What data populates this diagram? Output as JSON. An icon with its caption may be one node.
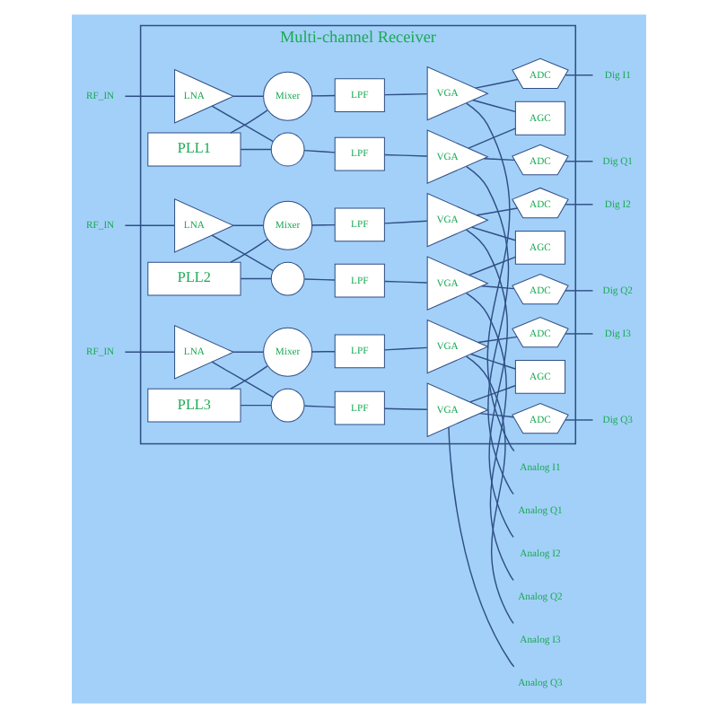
{
  "diagram": {
    "nodes": [
      {
        "text": [
          "Multi-channel Receiver"
        ]
      },
      {
        "text": [
          "RF_IN"
        ]
      },
      {
        "text": [
          "LNA"
        ],
        "in": 0
      },
      {
        "text": [
          "Mixer"
        ],
        "in": 0
      },
      {
        "text": [],
        "shape": "circle",
        "in": 0
      },
      {
        "text": [
          "LPF"
        ],
        "in": 0
      },
      {
        "text": [
          "LPF"
        ],
        "in": 0
      },
      {
        "text": [
          "VGA"
        ],
        "in": 0
      },
      {
        "text": [
          "VGA"
        ],
        "in": 0
      },
      {
        "text": [
          "AGC"
        ],
        "in": 0
      },
      {
        "text": [
          "ADC"
        ],
        "in": 0
      },
      {
        "text": [
          "ADC"
        ],
        "in": 0
      },
      {
        "text": [
          "PLL1"
        ],
        "in": 0
      },
      {
        "text": [
          "Analog I1"
        ]
      },
      {
        "text": [
          "Dig I1"
        ]
      },
      {
        "text": [
          "Analog Q1"
        ]
      },
      {
        "text": [
          "Dig Q1"
        ]
      },
      {
        "text": [
          "RF_IN"
        ]
      },
      {
        "text": [
          "LNA"
        ],
        "in": 0
      },
      {
        "text": [
          "Mixer"
        ],
        "in": 0
      },
      {
        "text": [],
        "shape": "circle",
        "in": 0
      },
      {
        "text": [
          "LPF"
        ],
        "in": 0
      },
      {
        "text": [
          "LPF"
        ],
        "in": 0
      },
      {
        "text": [
          "VGA"
        ],
        "in": 0
      },
      {
        "text": [
          "VGA"
        ],
        "in": 0
      },
      {
        "text": [
          "AGC"
        ],
        "in": 0
      },
      {
        "text": [
          "ADC"
        ],
        "in": 0
      },
      {
        "text": [
          "ADC"
        ],
        "in": 0
      },
      {
        "text": [
          "PLL2"
        ],
        "in": 0
      },
      {
        "text": [
          "Analog I2"
        ]
      },
      {
        "text": [
          "Dig I2"
        ]
      },
      {
        "text": [
          "Analog Q2"
        ]
      },
      {
        "text": [
          "Dig Q2"
        ]
      },
      {
        "text": [
          "RF_IN"
        ]
      },
      {
        "text": [
          "LNA"
        ],
        "in": 0
      },
      {
        "text": [
          "Mixer"
        ],
        "in": 0
      },
      {
        "text": [],
        "shape": "circle",
        "in": 0
      },
      {
        "text": [
          "LPF"
        ],
        "in": 0
      },
      {
        "text": [
          "LPF"
        ],
        "in": 0
      },
      {
        "text": [
          "VGA"
        ],
        "in": 0
      },
      {
        "text": [
          "VGA"
        ],
        "in": 0
      },
      {
        "text": [
          "AGC"
        ],
        "in": 0
      },
      {
        "text": [
          "ADC"
        ],
        "in": 0
      },
      {
        "text": [
          "ADC"
        ],
        "in": 0
      },
      {
        "text": [
          "PLL3"
        ],
        "in": 0
      },
      {
        "text": [
          "Analog I3"
        ]
      },
      {
        "text": [
          "Dig I3"
        ]
      },
      {
        "text": [
          "Analog Q3"
        ]
      },
      {
        "text": [
          "Dig Q3"
        ]
      }
    ],
    "edges": [
      {
        "from": 1,
        "to": 2,
        "arrow": "none"
      },
      {
        "from": 2,
        "to": 3,
        "arrow": "none"
      },
      {
        "from": 2,
        "to": 4,
        "arrow": "none"
      },
      {
        "from": 12,
        "to": 3,
        "arrow": "none"
      },
      {
        "from": 12,
        "to": 4,
        "arrow": "none"
      },
      {
        "from": 3,
        "to": 5,
        "arrow": "none"
      },
      {
        "from": 4,
        "to": 6,
        "arrow": "none"
      },
      {
        "from": 5,
        "to": 7,
        "arrow": "none"
      },
      {
        "from": 6,
        "to": 8,
        "arrow": "none"
      },
      {
        "from": 7,
        "to": 10,
        "arrow": "none"
      },
      {
        "from": 8,
        "to": 11,
        "arrow": "none"
      },
      {
        "from": 7,
        "to": 13,
        "arrow": "none"
      },
      {
        "from": 8,
        "to": 15,
        "arrow": "none"
      },
      {
        "from": 10,
        "to": 14,
        "arrow": "none"
      },
      {
        "from": 11,
        "to": 16,
        "arrow": "none"
      },
      {
        "from": 7,
        "to": 9,
        "arrow": "none"
      },
      {
        "from": 8,
        "to": 9,
        "arrow": "none"
      },
      {
        "from": 17,
        "to": 18,
        "arrow": "none"
      },
      {
        "from": 18,
        "to": 19,
        "arrow": "none"
      },
      {
        "from": 18,
        "to": 20,
        "arrow": "none"
      },
      {
        "from": 28,
        "to": 19,
        "arrow": "none"
      },
      {
        "from": 28,
        "to": 20,
        "arrow": "none"
      },
      {
        "from": 19,
        "to": 21,
        "arrow": "none"
      },
      {
        "from": 20,
        "to": 22,
        "arrow": "none"
      },
      {
        "from": 21,
        "to": 23,
        "arrow": "none"
      },
      {
        "from": 22,
        "to": 24,
        "arrow": "none"
      },
      {
        "from": 23,
        "to": 26,
        "arrow": "none"
      },
      {
        "from": 24,
        "to": 27,
        "arrow": "none"
      },
      {
        "from": 23,
        "to": 29,
        "arrow": "none"
      },
      {
        "from": 24,
        "to": 31,
        "arrow": "none"
      },
      {
        "from": 26,
        "to": 30,
        "arrow": "none"
      },
      {
        "from": 27,
        "to": 32,
        "arrow": "none"
      },
      {
        "from": 23,
        "to": 25,
        "arrow": "none"
      },
      {
        "from": 24,
        "to": 25,
        "arrow": "none"
      },
      {
        "from": 33,
        "to": 34,
        "arrow": "none"
      },
      {
        "from": 34,
        "to": 35,
        "arrow": "none"
      },
      {
        "from": 34,
        "to": 36,
        "arrow": "none"
      },
      {
        "from": 44,
        "to": 35,
        "arrow": "none"
      },
      {
        "from": 44,
        "to": 36,
        "arrow": "none"
      },
      {
        "from": 35,
        "to": 37,
        "arrow": "none"
      },
      {
        "from": 36,
        "to": 38,
        "arrow": "none"
      },
      {
        "from": 37,
        "to": 39,
        "arrow": "none"
      },
      {
        "from": 38,
        "to": 40,
        "arrow": "none"
      },
      {
        "from": 39,
        "to": 42,
        "arrow": "none"
      },
      {
        "from": 40,
        "to": 43,
        "arrow": "none"
      },
      {
        "from": 39,
        "to": 45,
        "arrow": "none"
      },
      {
        "from": 40,
        "to": 47,
        "arrow": "none"
      },
      {
        "from": 42,
        "to": 46,
        "arrow": "none"
      },
      {
        "from": 43,
        "to": 48,
        "arrow": "none"
      },
      {
        "from": 39,
        "to": 41,
        "arrow": "none"
      },
      {
        "from": 40,
        "to": 41,
        "arrow": "none"
      }
    ]
  }
}
